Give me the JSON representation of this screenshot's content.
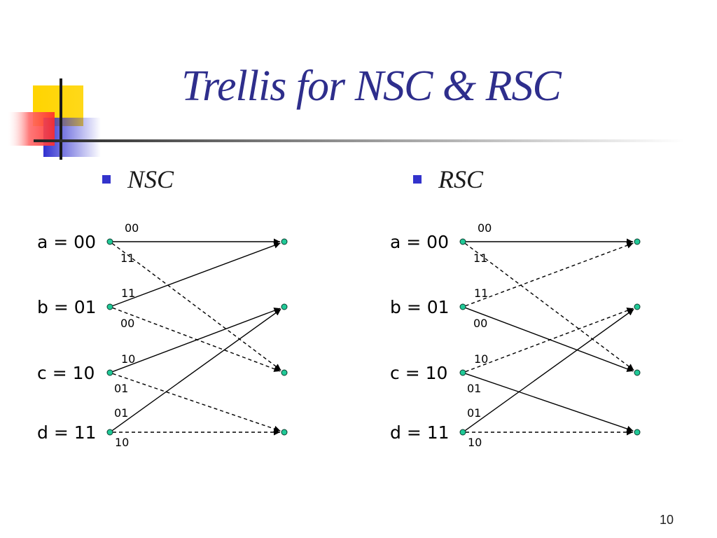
{
  "slide": {
    "title": "Trellis for NSC & RSC",
    "page_number": "10",
    "colors": {
      "title": "#2e2e8c",
      "bullet": "#3333cc",
      "node": "#20c997",
      "line": "#000000"
    }
  },
  "diagrams": [
    {
      "heading": "NSC",
      "states": [
        "a = 00",
        "b = 01",
        "c = 10",
        "d = 11"
      ],
      "transitions": [
        {
          "from": 0,
          "to": 0,
          "input": 0,
          "output": "00"
        },
        {
          "from": 0,
          "to": 2,
          "input": 1,
          "output": "11"
        },
        {
          "from": 1,
          "to": 0,
          "input": 0,
          "output": "11"
        },
        {
          "from": 1,
          "to": 2,
          "input": 1,
          "output": "00"
        },
        {
          "from": 2,
          "to": 1,
          "input": 0,
          "output": "10"
        },
        {
          "from": 2,
          "to": 3,
          "input": 1,
          "output": "01"
        },
        {
          "from": 3,
          "to": 1,
          "input": 0,
          "output": "01"
        },
        {
          "from": 3,
          "to": 3,
          "input": 1,
          "output": "10"
        }
      ]
    },
    {
      "heading": "RSC",
      "states": [
        "a = 00",
        "b = 01",
        "c = 10",
        "d = 11"
      ],
      "transitions": [
        {
          "from": 0,
          "to": 0,
          "input": 0,
          "output": "00"
        },
        {
          "from": 0,
          "to": 2,
          "input": 1,
          "output": "11"
        },
        {
          "from": 1,
          "to": 0,
          "input": 1,
          "output": "11"
        },
        {
          "from": 1,
          "to": 2,
          "input": 0,
          "output": "00"
        },
        {
          "from": 2,
          "to": 1,
          "input": 1,
          "output": "10"
        },
        {
          "from": 2,
          "to": 3,
          "input": 0,
          "output": "01"
        },
        {
          "from": 3,
          "to": 1,
          "input": 0,
          "output": "01"
        },
        {
          "from": 3,
          "to": 3,
          "input": 1,
          "output": "10"
        }
      ]
    }
  ]
}
